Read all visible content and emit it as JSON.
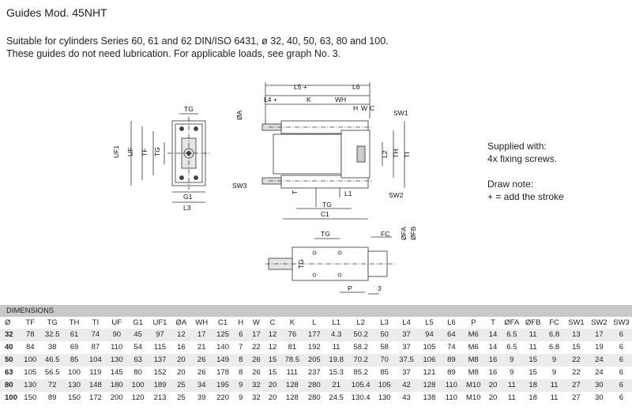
{
  "title": "Guides Mod. 45NHT",
  "description": [
    "Suitable for cylinders Series 60, 61 and 62 DIN/ISO 6431, ø 32, 40, 50, 63, 80 and 100.",
    "These guides do not need lubrication. For applicable loads, see graph No. 3."
  ],
  "note": {
    "supplied_with": "Supplied with:",
    "fixing": "4x  fixing screws.",
    "draw_note": "Draw note:",
    "stroke": "+ = add the stroke"
  },
  "drawing_labels": {
    "front": [
      "TG",
      "UF1",
      "UF",
      "TF",
      "TG",
      "G1",
      "L3"
    ],
    "side": [
      "L5 +",
      "L6",
      "L4 +",
      "K",
      "WH",
      "H",
      "W",
      "C",
      "SW1",
      "ØA",
      "L2",
      "TH",
      "TI",
      "SW3",
      "SW2",
      "T",
      "TG",
      "L1",
      "C1"
    ],
    "top": [
      "TG",
      "FC",
      "ØFA",
      "ØFB",
      "TG",
      "P",
      "3"
    ]
  },
  "dimensions": {
    "title": "DIMENSIONS",
    "columns": [
      "Ø",
      "TF",
      "TG",
      "TH",
      "TI",
      "UF",
      "G1",
      "UF1",
      "ØA",
      "WH",
      "C1",
      "H",
      "W",
      "C",
      "K",
      "L",
      "L1",
      "L2",
      "L3",
      "L4",
      "L5",
      "L6",
      "P",
      "T",
      "ØFA",
      "ØFB",
      "FC",
      "SW1",
      "SW2",
      "SW3"
    ],
    "rows": [
      [
        "32",
        "78",
        "32.5",
        "61",
        "74",
        "90",
        "45",
        "97",
        "12",
        "17",
        "125",
        "6",
        "17",
        "12",
        "76",
        "177",
        "4.3",
        "50.2",
        "50",
        "37",
        "94",
        "64",
        "M6",
        "14",
        "6.5",
        "11",
        "6.8",
        "13",
        "17",
        "6"
      ],
      [
        "40",
        "84",
        "38",
        "69",
        "87",
        "110",
        "54",
        "115",
        "16",
        "21",
        "140",
        "7",
        "22",
        "12",
        "81",
        "192",
        "11",
        "58.2",
        "58",
        "37",
        "105",
        "74",
        "M6",
        "14",
        "6.5",
        "11",
        "6.8",
        "15",
        "19",
        "6"
      ],
      [
        "50",
        "100",
        "46.5",
        "85",
        "104",
        "130",
        "63",
        "137",
        "20",
        "26",
        "149",
        "8",
        "26",
        "15",
        "78.5",
        "205",
        "19.8",
        "70.2",
        "70",
        "37.5",
        "106",
        "89",
        "M8",
        "16",
        "9",
        "15",
        "9",
        "22",
        "24",
        "6"
      ],
      [
        "63",
        "105",
        "56.5",
        "100",
        "119",
        "145",
        "80",
        "152",
        "20",
        "26",
        "178",
        "8",
        "26",
        "15",
        "111",
        "237",
        "15.3",
        "85.2",
        "85",
        "37",
        "121",
        "89",
        "M8",
        "16",
        "9",
        "15",
        "9",
        "22",
        "24",
        "6"
      ],
      [
        "80",
        "130",
        "72",
        "130",
        "148",
        "180",
        "100",
        "189",
        "25",
        "34",
        "195",
        "9",
        "32",
        "20",
        "128",
        "280",
        "21",
        "105.4",
        "105",
        "42",
        "128",
        "110",
        "M10",
        "20",
        "11",
        "18",
        "11",
        "27",
        "30",
        "6"
      ],
      [
        "100",
        "150",
        "89",
        "150",
        "172",
        "200",
        "120",
        "213",
        "25",
        "39",
        "220",
        "9",
        "32",
        "20",
        "128",
        "280",
        "24.5",
        "130.4",
        "130",
        "43",
        "138",
        "110",
        "M10",
        "20",
        "11",
        "18",
        "11",
        "27",
        "30",
        "6"
      ]
    ]
  }
}
